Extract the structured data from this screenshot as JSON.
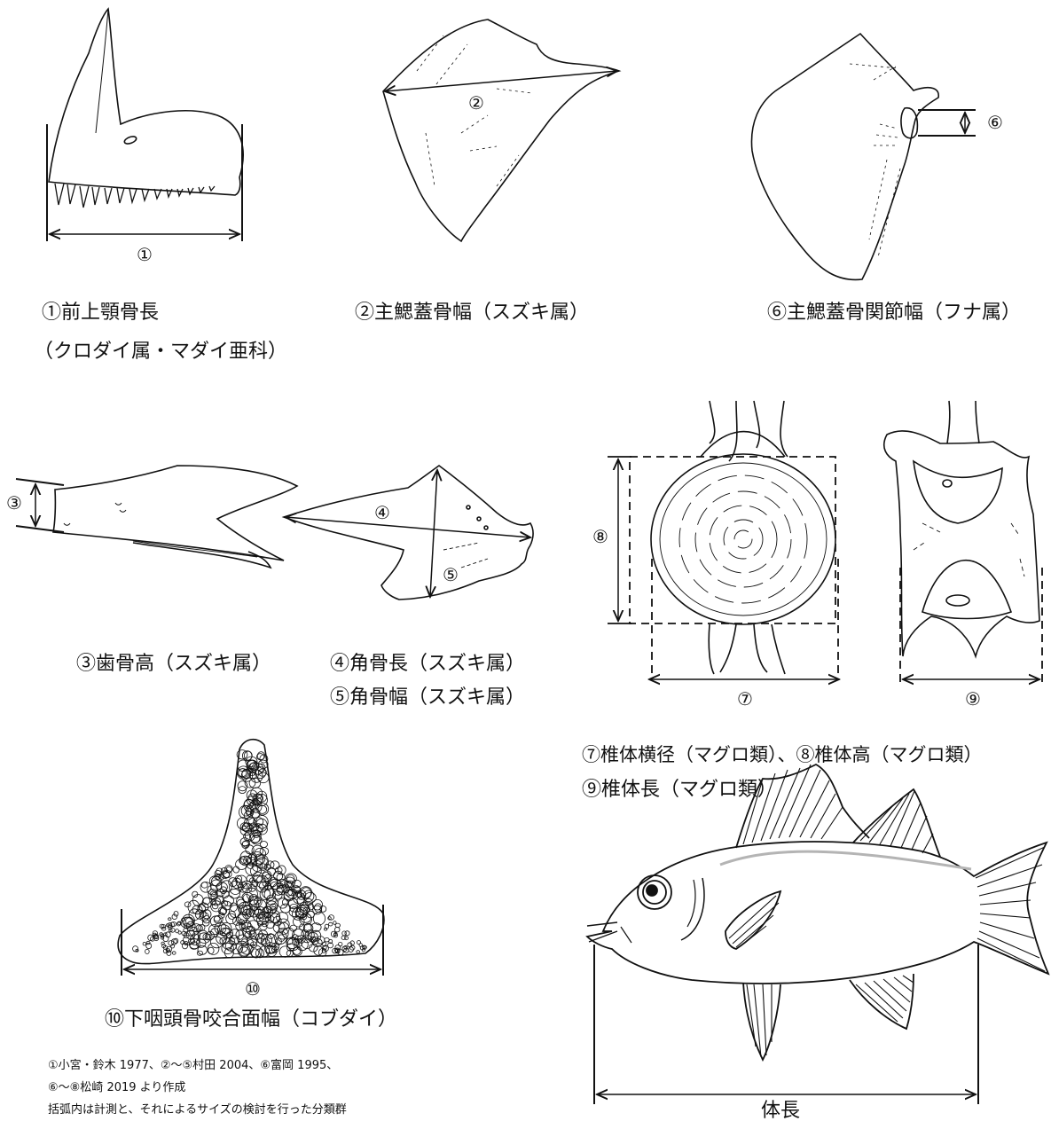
{
  "markers": {
    "m1": "①",
    "m2": "②",
    "m3": "③",
    "m4": "④",
    "m5": "⑤",
    "m6": "⑥",
    "m7": "⑦",
    "m8": "⑧",
    "m9": "⑨",
    "m10": "⑩"
  },
  "captions": {
    "premaxilla_line1": "①前上顎骨長",
    "premaxilla_line2": "（クロダイ属・マダイ亜科）",
    "opercle_width": "②主鰓蓋骨幅（スズキ属）",
    "opercle_joint": "⑥主鰓蓋骨関節幅（フナ属）",
    "dentary": "③歯骨高（スズキ属）",
    "angular_length": "④角骨長（スズキ属）",
    "angular_width": "⑤角骨幅（スズキ属）",
    "vertebra_line1": "⑦椎体横径（マグロ類）、⑧椎体高（マグロ類）",
    "vertebra_line2": "⑨椎体長（マグロ類）",
    "pharyngeal": "⑩下咽頭骨咬合面幅（コブダイ）",
    "body_length": "体長"
  },
  "notes": {
    "line1": "①小宮・鈴木 1977、②～⑤村田 2004、⑥富岡 1995、",
    "line2": "⑥～⑧松崎 2019 より作成",
    "line3": "括弧内は計測と、それによるサイズの検討を行った分類群"
  },
  "colors": {
    "ink": "#111111",
    "lateral_line": "#b4b4b4",
    "background": "#ffffff"
  }
}
